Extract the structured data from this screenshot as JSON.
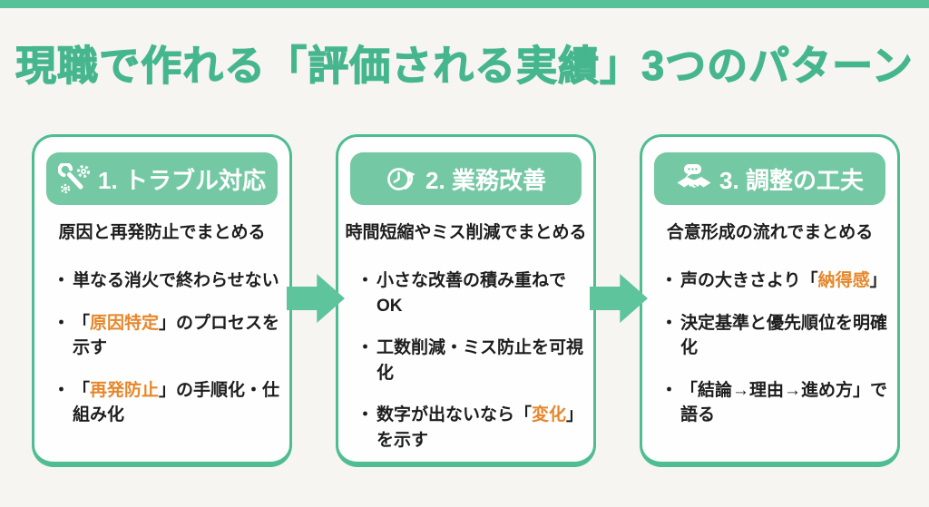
{
  "page": {
    "title": "現職で作れる「評価される実績」3つのパターン"
  },
  "colors": {
    "top_bar_green": "#57c298",
    "title_green": "#45b68d",
    "card_border_green": "#4fbd92",
    "header_band_green": "#74c9a4",
    "arrow_green": "#5ec49c",
    "highlight_orange": "#e6872b",
    "text_dark": "#1d1d1d",
    "background": "#f7f5f1",
    "card_background": "#fefefe"
  },
  "cards": [
    {
      "icon": "tools-icon",
      "header": "1. トラブル対応",
      "subtitle": "原因と再発防止でまとめる",
      "bullets": [
        [
          {
            "t": "単なる消火で終わらせない"
          }
        ],
        [
          {
            "t": "「"
          },
          {
            "t": "原因特定",
            "c": "orange"
          },
          {
            "t": "」のプロセスを示す"
          }
        ],
        [
          {
            "t": "「"
          },
          {
            "t": "再発防止",
            "c": "orange"
          },
          {
            "t": "」の手順化・仕組み化"
          }
        ]
      ]
    },
    {
      "icon": "clock-icon",
      "header": "2. 業務改善",
      "subtitle": "時間短縮やミス削減でまとめる",
      "bullets": [
        [
          {
            "t": "小さな改善の積み重ねでOK"
          }
        ],
        [
          {
            "t": "工数削減・ミス防止を可視化"
          }
        ],
        [
          {
            "t": "数字が出ないなら「"
          },
          {
            "t": "変化",
            "c": "orange"
          },
          {
            "t": "」を示す"
          }
        ]
      ]
    },
    {
      "icon": "handshake-icon",
      "header": "3. 調整の工夫",
      "subtitle": "合意形成の流れでまとめる",
      "bullets": [
        [
          {
            "t": "声の大きさより「"
          },
          {
            "t": "納得感",
            "c": "orange"
          },
          {
            "t": "」"
          }
        ],
        [
          {
            "t": "決定基準と優先順位を明確化"
          }
        ],
        [
          {
            "t": "「結論→理由→進め方」で語る"
          }
        ]
      ]
    }
  ]
}
